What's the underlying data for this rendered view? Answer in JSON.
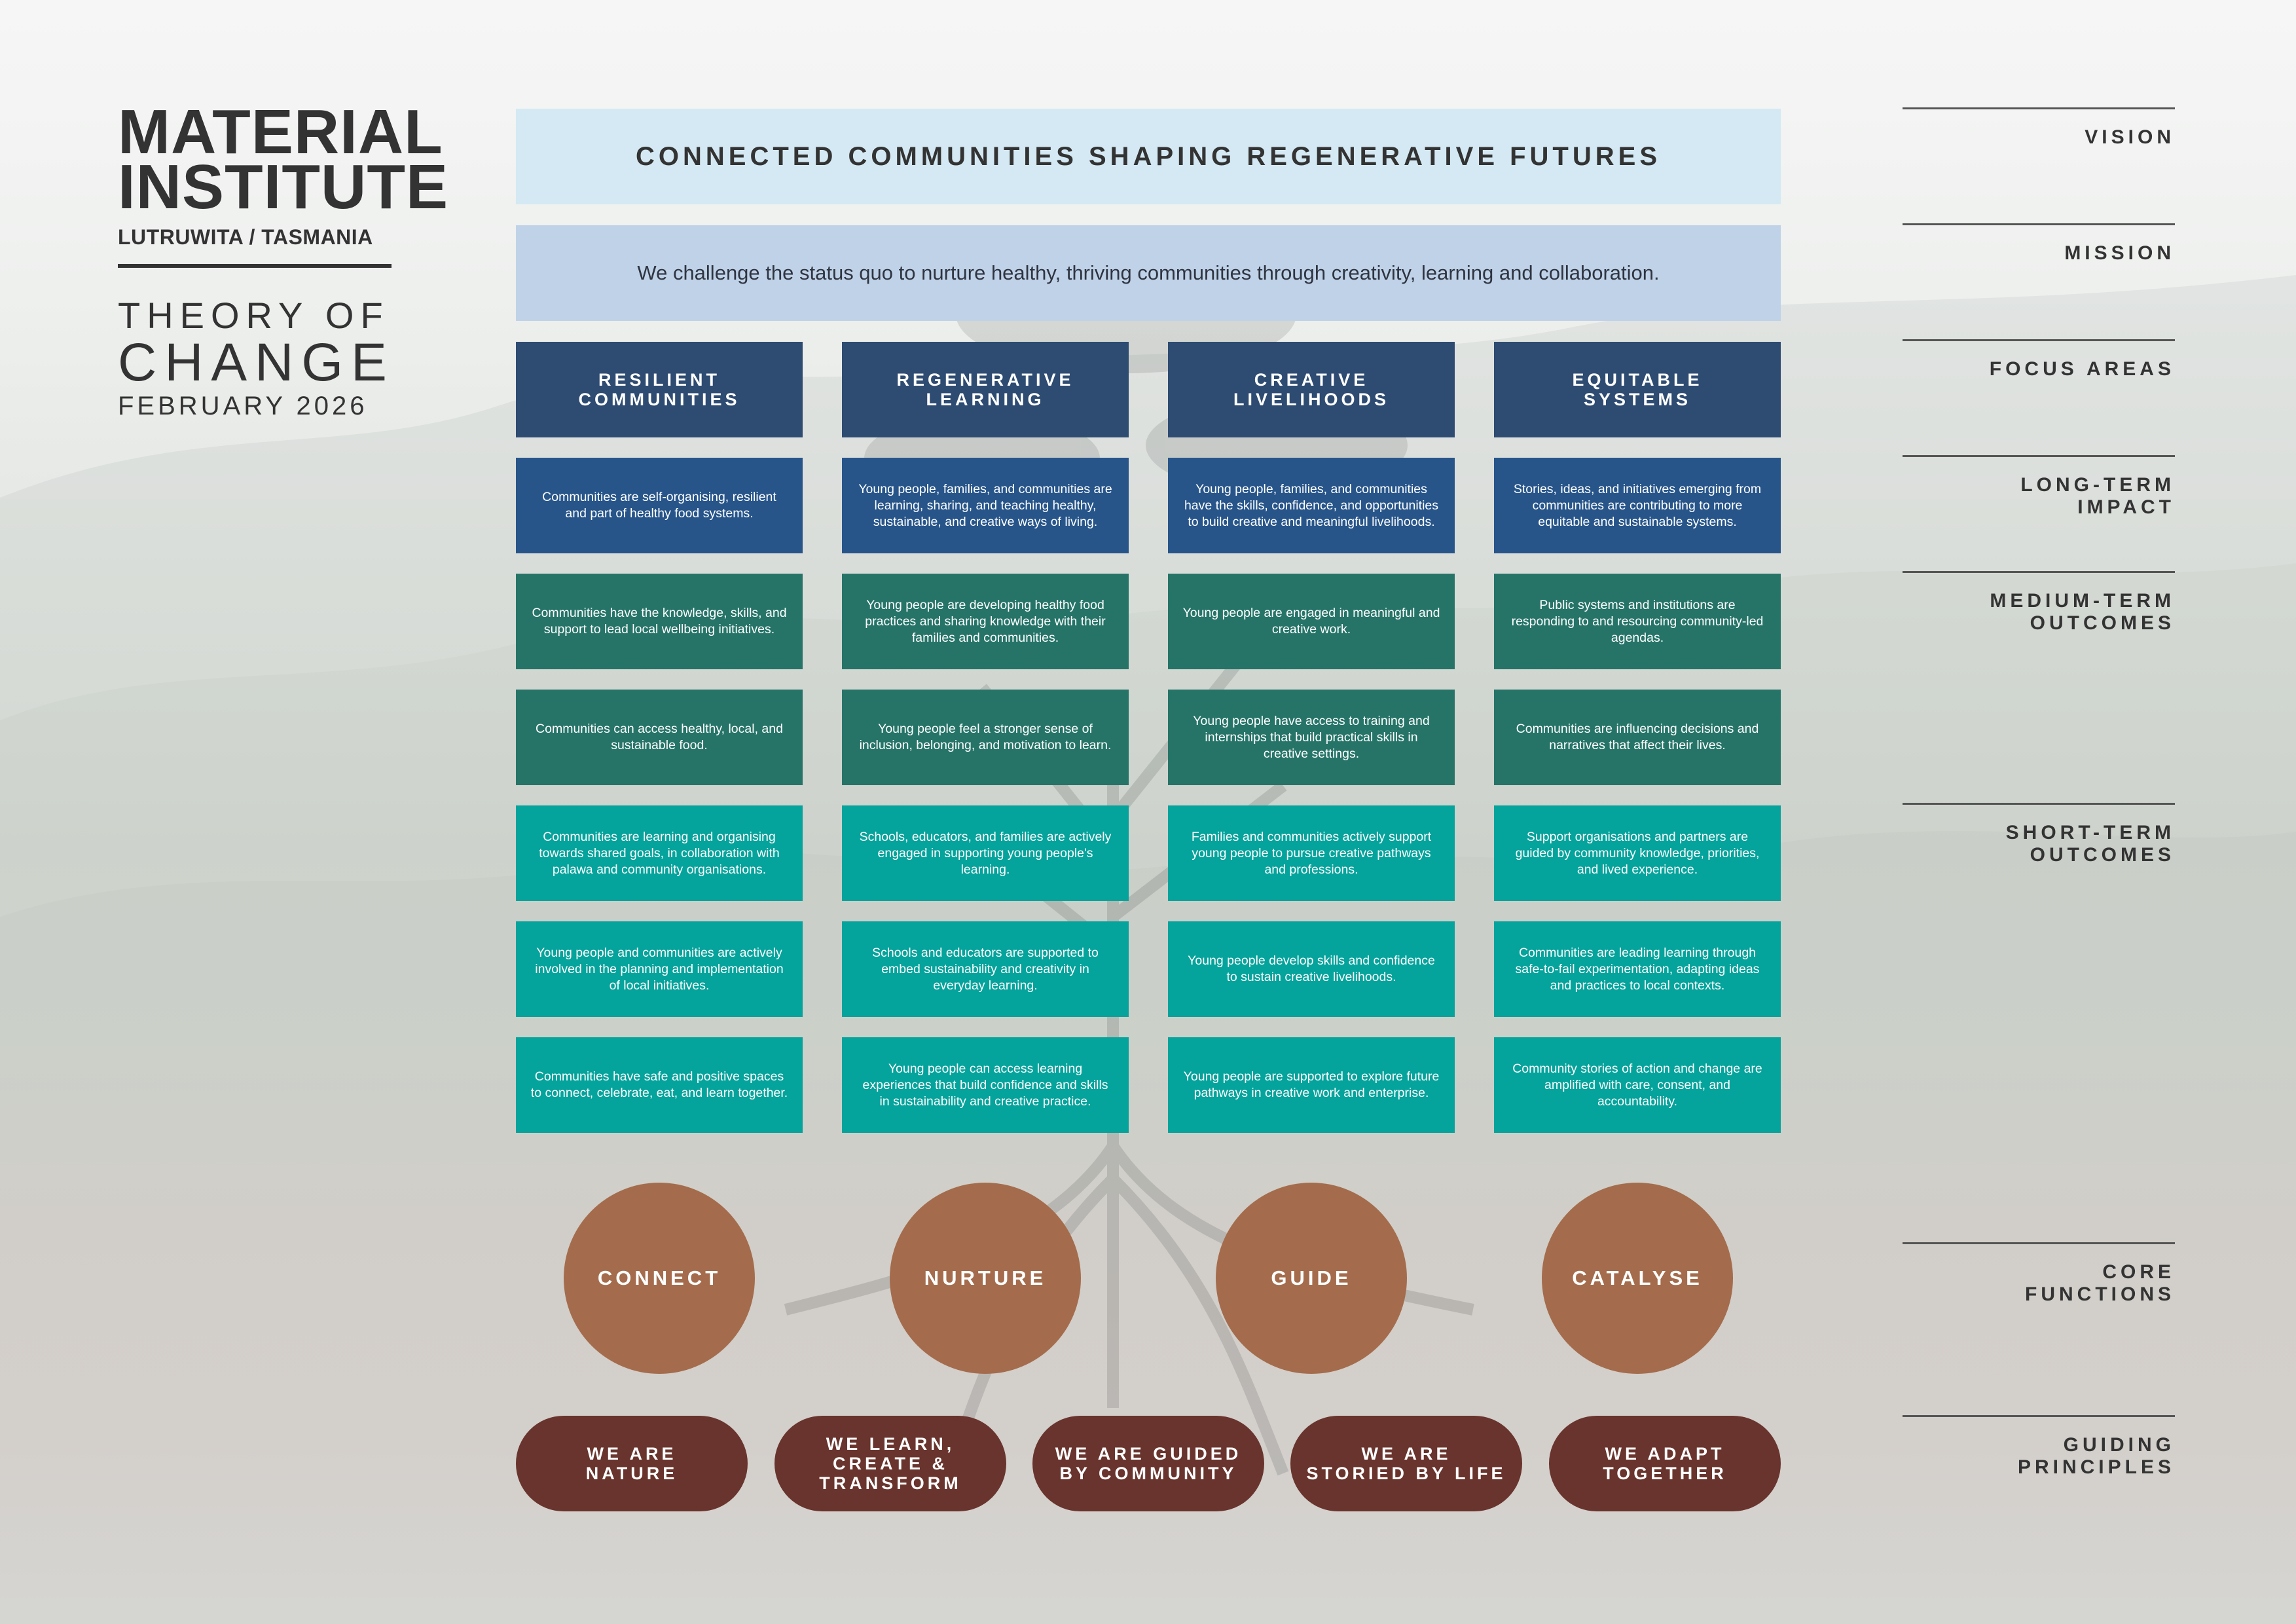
{
  "brand": {
    "name": "MATERIAL\nINSTITUTE",
    "location": "LUTRUWITA / TASMANIA",
    "doc_title_line1": "THEORY OF",
    "doc_title_line2": "CHANGE",
    "date": "FEBRUARY 2026"
  },
  "vision": "CONNECTED COMMUNITIES SHAPING REGENERATIVE FUTURES",
  "mission": "We challenge the status quo to nurture healthy, thriving communities through creativity, learning and collaboration.",
  "focus_areas": [
    "RESILIENT\nCOMMUNITIES",
    "REGENERATIVE\nLEARNING",
    "CREATIVE\nLIVELIHOODS",
    "EQUITABLE\nSYSTEMS"
  ],
  "long_term_impact": [
    "Communities are self-organising, resilient and part of healthy food systems.",
    "Young people, families, and communities are learning, sharing, and teaching healthy, sustainable, and creative ways of living.",
    "Young people, families, and communities have the skills, confidence, and opportunities to build creative and meaningful livelihoods.",
    "Stories, ideas, and initiatives emerging from communities are contributing to more equitable and sustainable systems."
  ],
  "medium_term_outcomes": [
    [
      "Communities have the knowledge, skills, and support to lead local wellbeing initiatives.",
      "Young people are developing healthy food practices and sharing knowledge with their families and communities.",
      "Young people are engaged in meaningful and creative work.",
      "Public systems and institutions are responding to and resourcing community-led agendas."
    ],
    [
      "Communities can access healthy, local, and sustainable food.",
      "Young people feel a stronger sense of inclusion, belonging, and motivation to learn.",
      "Young people have access to training and internships that build practical skills in creative settings.",
      "Communities are influencing decisions and narratives that affect their lives."
    ]
  ],
  "short_term_outcomes": [
    [
      "Communities are learning and organising towards shared goals, in collaboration with palawa and community organisations.",
      "Schools, educators, and families are actively engaged in supporting young people's learning.",
      "Families and communities actively support young people to pursue creative pathways and professions.",
      "Support organisations and partners are guided by community knowledge, priorities, and lived experience."
    ],
    [
      "Young people and communities are actively involved in the planning and implementation of local initiatives.",
      "Schools and educators are supported to embed sustainability and creativity in everyday learning.",
      "Young people develop skills and confidence to sustain creative livelihoods.",
      "Communities are leading learning through safe-to-fail experimentation, adapting ideas and practices to local contexts."
    ],
    [
      "Communities have safe and positive spaces to connect, celebrate, eat, and learn together.",
      "Young people can access learning experiences that build confidence and skills in sustainability and creative practice.",
      "Young people are supported to explore future pathways in creative work and enterprise.",
      "Community stories of action and change are amplified with care, consent, and accountability."
    ]
  ],
  "core_functions": [
    "CONNECT",
    "NURTURE",
    "GUIDE",
    "CATALYSE"
  ],
  "guiding_principles": [
    "WE ARE\nNATURE",
    "WE LEARN,\nCREATE &\nTRANSFORM",
    "WE ARE GUIDED\nBY COMMUNITY",
    "WE ARE\nSTORIED BY LIFE",
    "WE ADAPT\nTOGETHER"
  ],
  "row_labels": {
    "vision": "VISION",
    "mission": "MISSION",
    "focus_areas": "FOCUS AREAS",
    "long_term_impact": "LONG-TERM\nIMPACT",
    "medium_term_outcomes": "MEDIUM-TERM\nOUTCOMES",
    "short_term_outcomes": "SHORT-TERM\nOUTCOMES",
    "core_functions": "CORE\nFUNCTIONS",
    "guiding_principles": "GUIDING\nPRINCIPLES"
  },
  "colors": {
    "vision_bg": "#d4e9f3",
    "mission_bg": "#bfd2e8",
    "focus_bg": "#2e4b72",
    "long_term_bg": "#27558a",
    "medium_term_bg": "#267468",
    "short_term_bg": "#04a39c",
    "core_function_bg": "#a46c4c",
    "principle_bg": "#69342d"
  }
}
